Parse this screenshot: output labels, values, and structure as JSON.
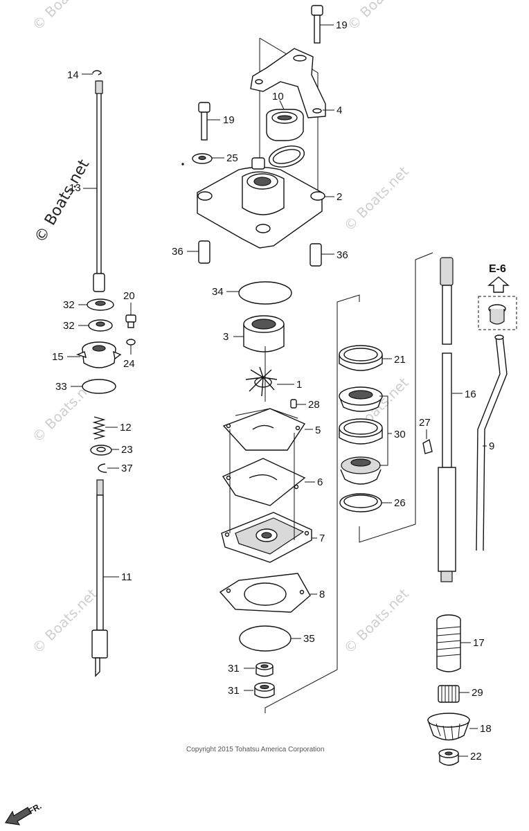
{
  "callout_ref": "E-6",
  "direction_label": "FR.",
  "copyright": "Copyright 2015 Tohatsu America Corporation",
  "watermark": "© Boats.net",
  "parts": {
    "p1": "1",
    "p2": "2",
    "p3": "3",
    "p4": "4",
    "p5": "5",
    "p6": "6",
    "p7": "7",
    "p8": "8",
    "p9": "9",
    "p10": "10",
    "p11": "11",
    "p12": "12",
    "p13": "13",
    "p14": "14",
    "p15": "15",
    "p16": "16",
    "p17": "17",
    "p18": "18",
    "p19a": "19",
    "p19b": "19",
    "p20": "20",
    "p21": "21",
    "p22": "22",
    "p23": "23",
    "p24": "24",
    "p25": "25",
    "p26": "26",
    "p27": "27",
    "p28": "28",
    "p29": "29",
    "p30": "30",
    "p31a": "31",
    "p31b": "31",
    "p32a": "32",
    "p32b": "32",
    "p33": "33",
    "p34": "34",
    "p35": "35",
    "p36a": "36",
    "p36b": "36",
    "p37": "37"
  }
}
